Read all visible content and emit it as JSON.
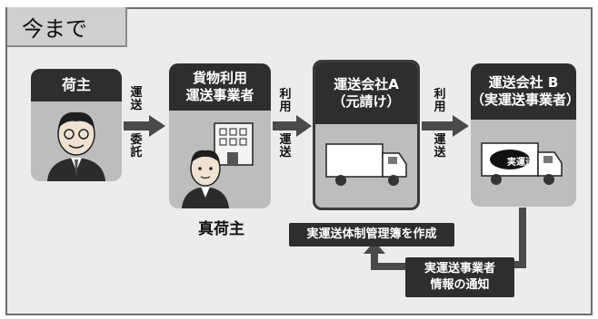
{
  "title": "今まで",
  "nodes": {
    "shipper": {
      "header": "荷主"
    },
    "cargo": {
      "header_line1": "貨物利用",
      "header_line2": "運送事業者",
      "caption": "真荷主"
    },
    "carrier_a": {
      "header_line1": "運送会社A",
      "header_line2": "（元請け）"
    },
    "carrier_b": {
      "header_line1": "運送会社 B",
      "header_line2": "（実運送事業者）",
      "truck_badge": "実運送"
    }
  },
  "edges": {
    "shipper_to_cargo": [
      "運",
      "送",
      "委",
      "託"
    ],
    "cargo_to_a": [
      "利",
      "用",
      "運",
      "送"
    ],
    "a_to_b": [
      "利",
      "用",
      "運",
      "送"
    ]
  },
  "boxes": {
    "register": "実運送体制管理簿を作成",
    "notify_line1": "実運送事業者",
    "notify_line2": "情報の通知"
  }
}
